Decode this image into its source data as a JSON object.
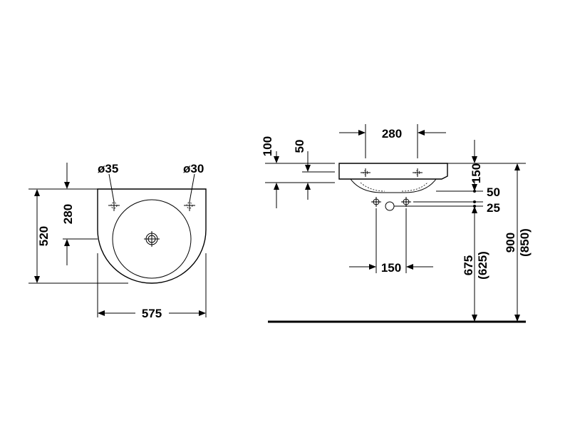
{
  "front_view": {
    "hole_left_diameter": "ø35",
    "hole_right_diameter": "ø30",
    "width": "575",
    "height": "520",
    "hole_offset": "280"
  },
  "side_view": {
    "tap_spacing": "280",
    "dim_100": "100",
    "dim_50_top": "50",
    "dim_150_right": "150",
    "dim_50_right": "50",
    "dim_25": "25",
    "waste_spacing": "150",
    "mount_height_line1": "675",
    "mount_height_line2": "(625)",
    "total_height_line1": "900",
    "total_height_line2": "(850)"
  }
}
